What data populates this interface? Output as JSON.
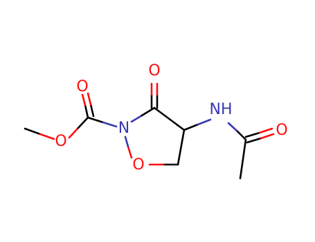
{
  "colors": {
    "carbon_bond": "#000000",
    "oxygen": "#ff0d0d",
    "nitrogen": "#3838b0",
    "background": "#ffffff"
  },
  "atoms": {
    "o_carbonyl_ring": "O",
    "o_carbonyl_ester": "O",
    "o_ester": "O",
    "n_ring": "N",
    "o_ring": "O",
    "nh_amide": "NH",
    "o_amide": "O"
  }
}
